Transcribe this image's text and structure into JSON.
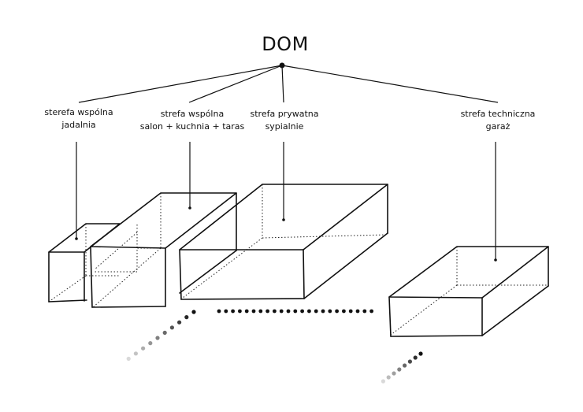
{
  "title": "DOM",
  "zones": [
    {
      "line1": "sterefa wspólna",
      "line2": "jadalnia"
    },
    {
      "line1": "strefa wspólna",
      "line2": "salon + kuchnia + taras"
    },
    {
      "line1": "strefa prywatna",
      "line2": "sypialnie"
    },
    {
      "line1": "strefa techniczna",
      "line2": "garaż"
    }
  ],
  "colors": {
    "ink": "#111111",
    "fade_light": "#dddddd"
  }
}
